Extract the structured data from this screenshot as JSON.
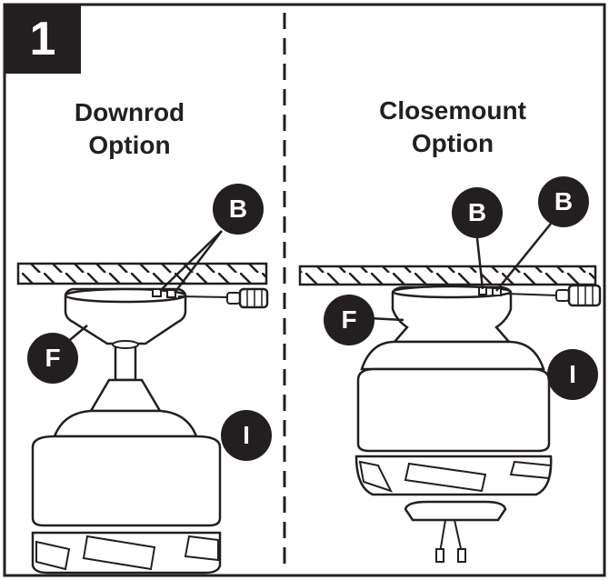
{
  "step_number": "1",
  "panels": {
    "left": {
      "title_line1": "Downrod",
      "title_line2": "Option",
      "callouts": {
        "b": "B",
        "f": "F",
        "i": "I"
      }
    },
    "right": {
      "title_line1": "Closemount",
      "title_line2": "Option",
      "callouts": {
        "b1": "B",
        "b2": "B",
        "f": "F",
        "i": "I"
      }
    }
  },
  "colors": {
    "ink": "#231f20",
    "background": "#ffffff"
  }
}
